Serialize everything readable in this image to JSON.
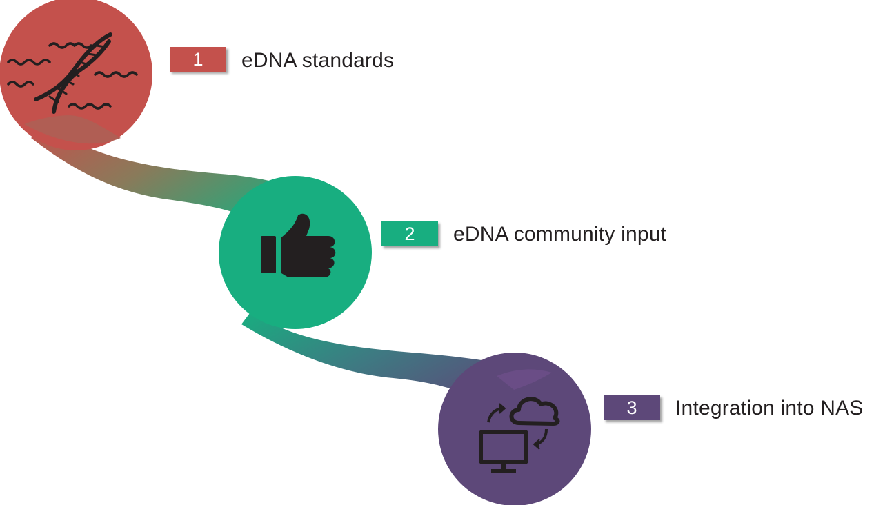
{
  "colors": {
    "step1": "#c4514c",
    "step2": "#18ae80",
    "step3": "#5d4879",
    "icon": "#231f20",
    "text": "#231f20"
  },
  "steps": [
    {
      "number": "1",
      "label": "eDNA standards",
      "icon": "dna-helix-icon"
    },
    {
      "number": "2",
      "label": "eDNA community input",
      "icon": "thumbs-up-icon"
    },
    {
      "number": "3",
      "label": "Integration into NAS",
      "icon": "cloud-sync-computer-icon"
    }
  ]
}
